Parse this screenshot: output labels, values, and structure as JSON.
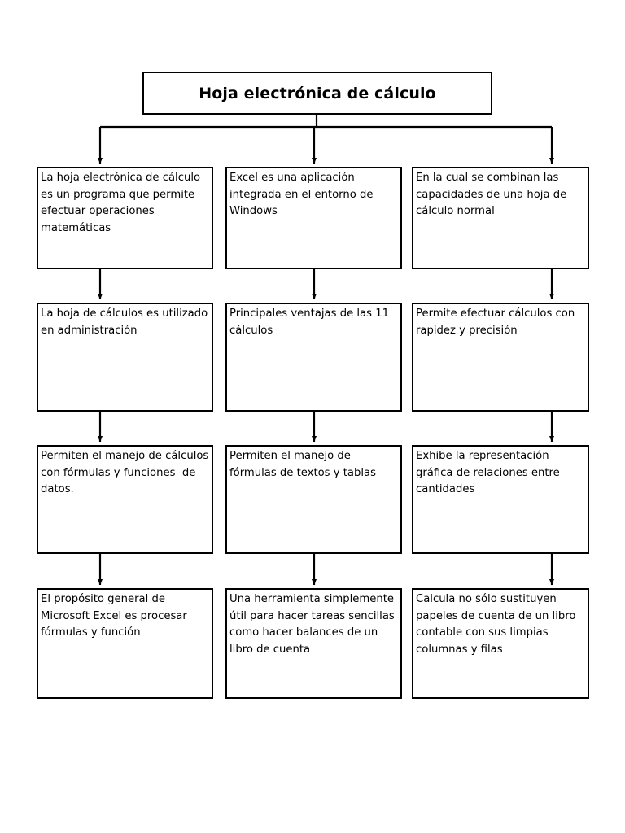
{
  "diagram": {
    "title_node": {
      "label": "Hoja electrónica de cálculo"
    },
    "columns": [
      {
        "name": "column-1",
        "nodes": [
          {
            "label": "La hoja electrónica de cálculo es un programa que permite efectuar operaciones matemáticas"
          },
          {
            "label": "La hoja de cálculos es utilizado en administración"
          },
          {
            "label": "Permiten el manejo de cálculos con fórmulas y funciones  de datos."
          },
          {
            "label": "El propósito general de Microsoft Excel es procesar fórmulas y función"
          }
        ]
      },
      {
        "name": "column-2",
        "nodes": [
          {
            "label": "Excel es una aplicación integrada en el entorno de Windows"
          },
          {
            "label": "Principales ventajas de las 11 cálculos"
          },
          {
            "label": "Permiten el manejo de fórmulas de textos y tablas"
          },
          {
            "label": "Una herramienta simplemente útil para hacer tareas sencillas como hacer balances de un libro de cuenta"
          }
        ]
      },
      {
        "name": "column-3",
        "nodes": [
          {
            "label": "En la cual se combinan las capacidades de una hoja de cálculo normal"
          },
          {
            "label": "Permite efectuar cálculos con rapidez y precisión"
          },
          {
            "label": "Exhibe la representación gráfica de relaciones entre cantidades"
          },
          {
            "label": "Calcula no sólo sustituyen papeles de cuenta de un libro contable con sus limpias columnas y filas"
          }
        ]
      }
    ],
    "colors": {
      "stroke": "#000000",
      "background": "#ffffff",
      "text": "#000000"
    }
  }
}
